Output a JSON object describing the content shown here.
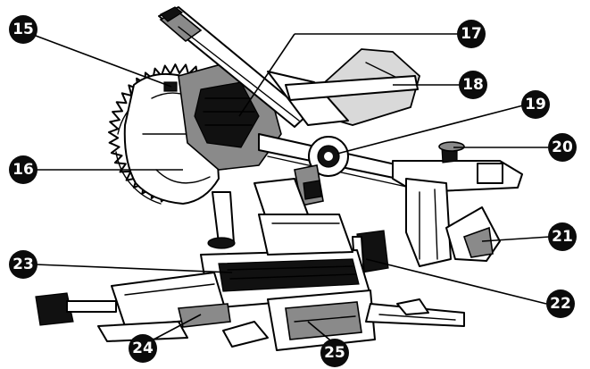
{
  "callouts": {
    "c15": "15",
    "c16": "16",
    "c17": "17",
    "c18": "18",
    "c19": "19",
    "c20": "20",
    "c21": "21",
    "c22": "22",
    "c23": "23",
    "c24": "24",
    "c25": "25"
  },
  "colors": {
    "ink": "#000000",
    "badge": "#0b0b0b",
    "badge_text": "#ffffff",
    "shade": "#8a8a8a"
  }
}
